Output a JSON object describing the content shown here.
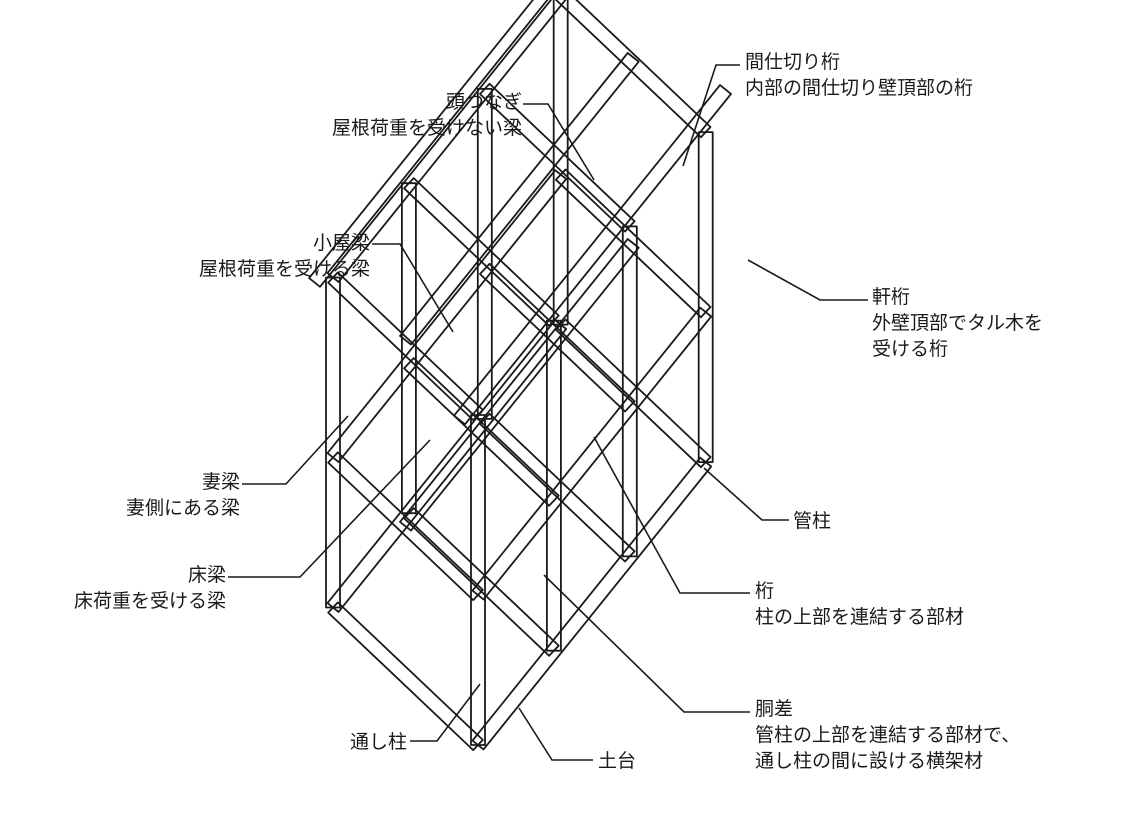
{
  "diagram": {
    "labels": {
      "atamatsunagi": {
        "name": "頭つなぎ",
        "desc": "屋根荷重を受けない梁"
      },
      "mashikiri_keta": {
        "name": "間仕切り桁",
        "desc": "内部の間仕切り壁頂部の桁"
      },
      "koyabari": {
        "name": "小屋梁",
        "desc": "屋根荷重を受ける梁"
      },
      "nokigeta": {
        "name": "軒桁",
        "desc1": "外壁頂部でタル木を",
        "desc2": "受ける桁"
      },
      "tsumabari": {
        "name": "妻梁",
        "desc": "妻側にある梁"
      },
      "yukabari": {
        "name": "床梁",
        "desc": "床荷重を受ける梁"
      },
      "kudabashira": {
        "name": "管柱"
      },
      "keta": {
        "name": "桁",
        "desc": "柱の上部を連結する部材"
      },
      "dousashi": {
        "name": "胴差",
        "desc1": "管柱の上部を連結する部材で、",
        "desc2": "通し柱の間に設ける横架材"
      },
      "toshibashira": {
        "name": "通し柱"
      },
      "dodai": {
        "name": "土台"
      }
    }
  }
}
